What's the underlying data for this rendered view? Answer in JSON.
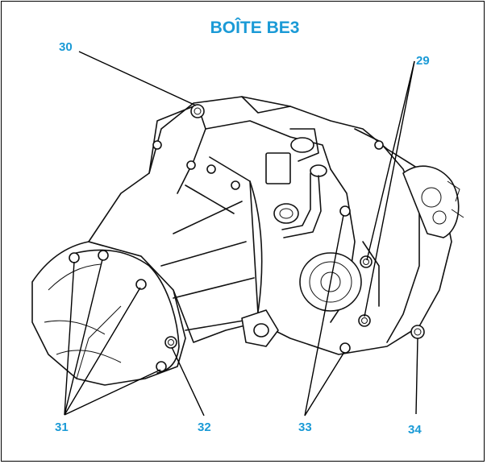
{
  "title": "BOÎTE BE3",
  "accent_color": "#1a9ad6",
  "callouts": {
    "c29": "29",
    "c30": "30",
    "c31": "31",
    "c32": "32",
    "c33": "33",
    "c34": "34"
  }
}
